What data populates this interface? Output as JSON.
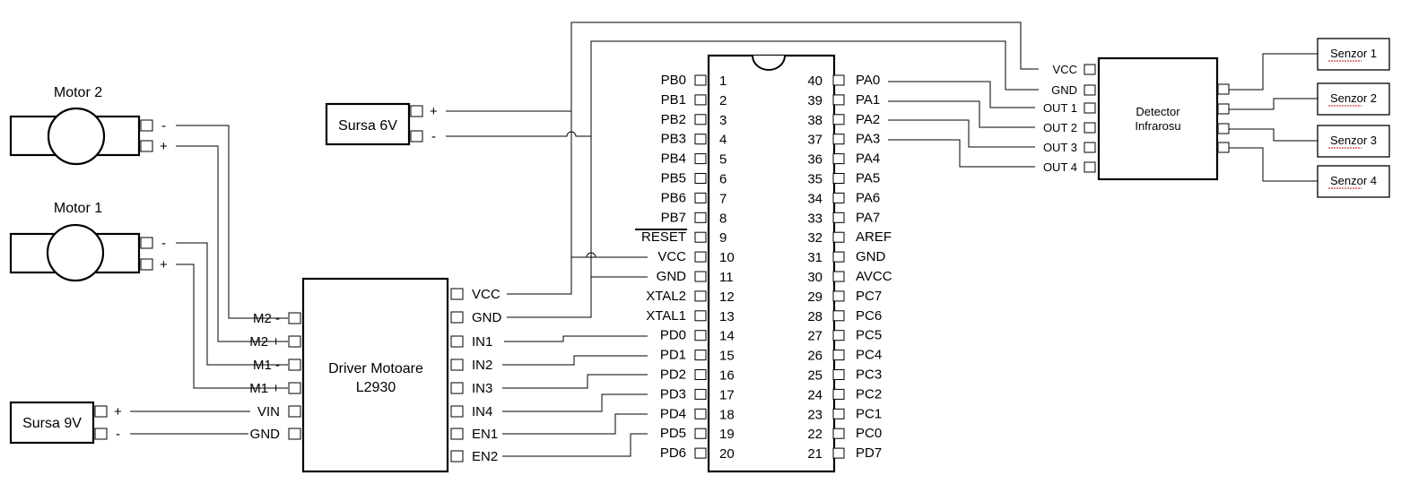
{
  "motor2": {
    "title": "Motor 2",
    "minus": "-",
    "plus": "+"
  },
  "motor1": {
    "title": "Motor 1",
    "minus": "-",
    "plus": "+"
  },
  "supply6v": {
    "label": "Sursa 6V",
    "plus": "+",
    "minus": "-"
  },
  "supply9v": {
    "label": "Sursa 9V",
    "plus": "+",
    "minus": "-"
  },
  "driver": {
    "line1": "Driver Motoare",
    "line2": "L2930",
    "left_pins": [
      "M2 -",
      "M2 +",
      "M1 -",
      "M1 +",
      "VIN",
      "GND"
    ],
    "right_pins": [
      "VCC",
      "GND",
      "IN1",
      "IN2",
      "IN3",
      "IN4",
      "EN1",
      "EN2"
    ]
  },
  "mcu": {
    "left_names": [
      "PB0",
      "PB1",
      "PB2",
      "PB3",
      "PB4",
      "PB5",
      "PB6",
      "PB7",
      "RESET",
      "VCC",
      "GND",
      "XTAL2",
      "XTAL1",
      "PD0",
      "PD1",
      "PD2",
      "PD3",
      "PD4",
      "PD5",
      "PD6"
    ],
    "left_nums": [
      "1",
      "2",
      "3",
      "4",
      "5",
      "6",
      "7",
      "8",
      "9",
      "10",
      "11",
      "12",
      "13",
      "14",
      "15",
      "16",
      "17",
      "18",
      "19",
      "20"
    ],
    "right_nums": [
      "40",
      "39",
      "38",
      "37",
      "36",
      "35",
      "34",
      "33",
      "32",
      "31",
      "30",
      "29",
      "28",
      "27",
      "26",
      "25",
      "24",
      "23",
      "22",
      "21"
    ],
    "right_names": [
      "PA0",
      "PA1",
      "PA2",
      "PA3",
      "PA4",
      "PA5",
      "PA6",
      "PA7",
      "AREF",
      "GND",
      "AVCC",
      "PC7",
      "PC6",
      "PC5",
      "PC4",
      "PC3",
      "PC2",
      "PC1",
      "PC0",
      "PD7"
    ]
  },
  "detector": {
    "line1": "Detector",
    "line2": "Infrarosu",
    "pins": [
      "VCC",
      "GND",
      "OUT 1",
      "OUT 2",
      "OUT 3",
      "OUT 4"
    ]
  },
  "sensors": [
    "Senzor 1",
    "Senzor 2",
    "Senzor 3",
    "Senzor 4"
  ]
}
